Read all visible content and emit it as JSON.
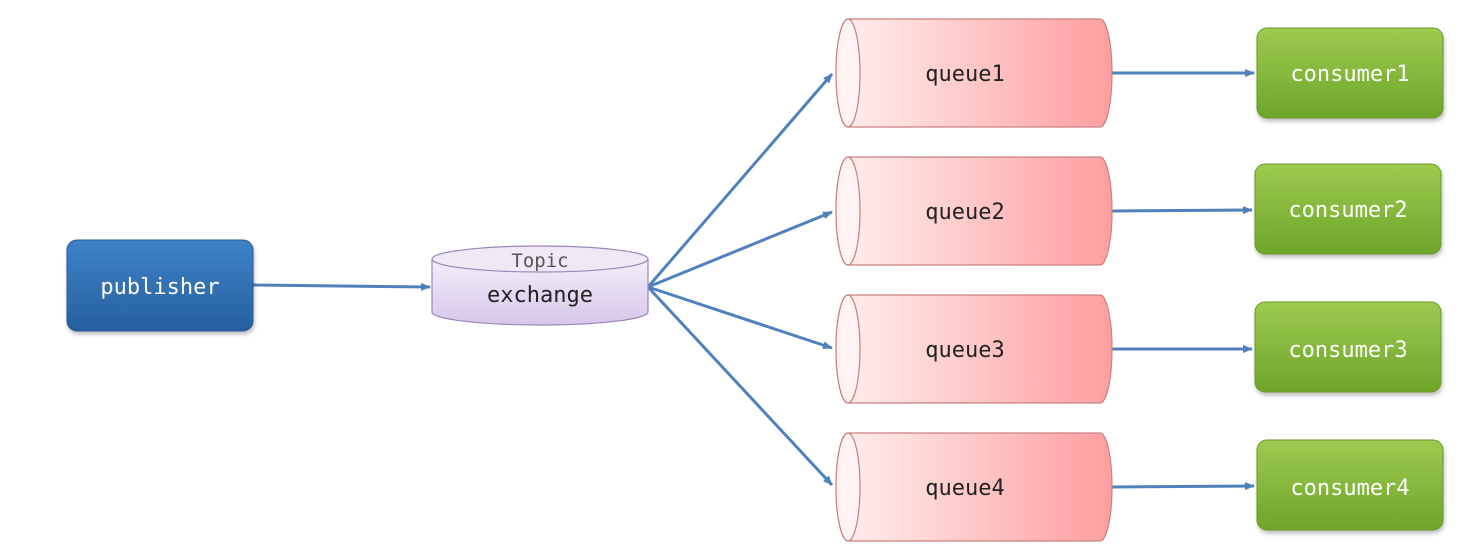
{
  "publisher": {
    "label": "publisher"
  },
  "exchange": {
    "type_label": "Topic",
    "label": "exchange"
  },
  "queues": [
    {
      "label": "queue1"
    },
    {
      "label": "queue2"
    },
    {
      "label": "queue3"
    },
    {
      "label": "queue4"
    }
  ],
  "consumers": [
    {
      "label": "consumer1"
    },
    {
      "label": "consumer2"
    },
    {
      "label": "consumer3"
    },
    {
      "label": "consumer4"
    }
  ],
  "colors": {
    "publisher": "#2e6fb5",
    "exchange": "#ddd0ee",
    "queue": "#ff9e9e",
    "consumer": "#84b83a",
    "arrow": "#4f81bd"
  }
}
